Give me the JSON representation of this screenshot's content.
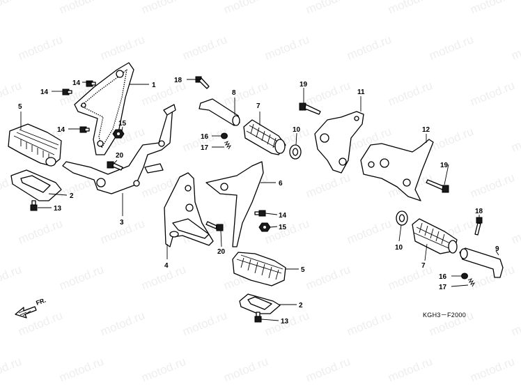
{
  "watermark": {
    "text": "motod.ru"
  },
  "diagram": {
    "code": "KGH3－F2000",
    "direction_label": "FR.",
    "callouts": [
      {
        "id": "c1",
        "text": "1"
      },
      {
        "id": "c2a",
        "text": "2"
      },
      {
        "id": "c2b",
        "text": "2"
      },
      {
        "id": "c3",
        "text": "3"
      },
      {
        "id": "c4",
        "text": "4"
      },
      {
        "id": "c5a",
        "text": "5"
      },
      {
        "id": "c5b",
        "text": "5"
      },
      {
        "id": "c6",
        "text": "6"
      },
      {
        "id": "c7a",
        "text": "7"
      },
      {
        "id": "c7b",
        "text": "7"
      },
      {
        "id": "c8",
        "text": "8"
      },
      {
        "id": "c9",
        "text": "9"
      },
      {
        "id": "c10a",
        "text": "10"
      },
      {
        "id": "c10b",
        "text": "10"
      },
      {
        "id": "c11",
        "text": "11"
      },
      {
        "id": "c12",
        "text": "12"
      },
      {
        "id": "c13a",
        "text": "13"
      },
      {
        "id": "c13b",
        "text": "13"
      },
      {
        "id": "c14a",
        "text": "14"
      },
      {
        "id": "c14b",
        "text": "14"
      },
      {
        "id": "c14c",
        "text": "14"
      },
      {
        "id": "c14d",
        "text": "14"
      },
      {
        "id": "c15a",
        "text": "15"
      },
      {
        "id": "c15b",
        "text": "15"
      },
      {
        "id": "c16a",
        "text": "16"
      },
      {
        "id": "c16b",
        "text": "16"
      },
      {
        "id": "c17a",
        "text": "17"
      },
      {
        "id": "c17b",
        "text": "17"
      },
      {
        "id": "c18a",
        "text": "18"
      },
      {
        "id": "c18b",
        "text": "18"
      },
      {
        "id": "c19a",
        "text": "19"
      },
      {
        "id": "c19b",
        "text": "19"
      },
      {
        "id": "c20a",
        "text": "20"
      },
      {
        "id": "c20b",
        "text": "20"
      }
    ]
  }
}
